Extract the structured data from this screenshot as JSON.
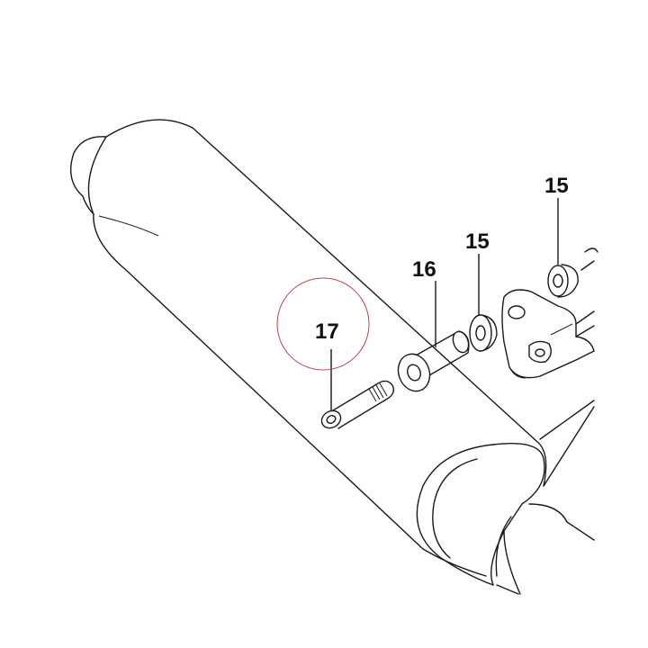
{
  "callouts": {
    "part_17": "17",
    "part_16": "16",
    "part_15_a": "15",
    "part_15_b": "15"
  },
  "colors": {
    "line": "#1a1a1a",
    "highlight_circle": "#c0404a",
    "background": "#ffffff"
  }
}
